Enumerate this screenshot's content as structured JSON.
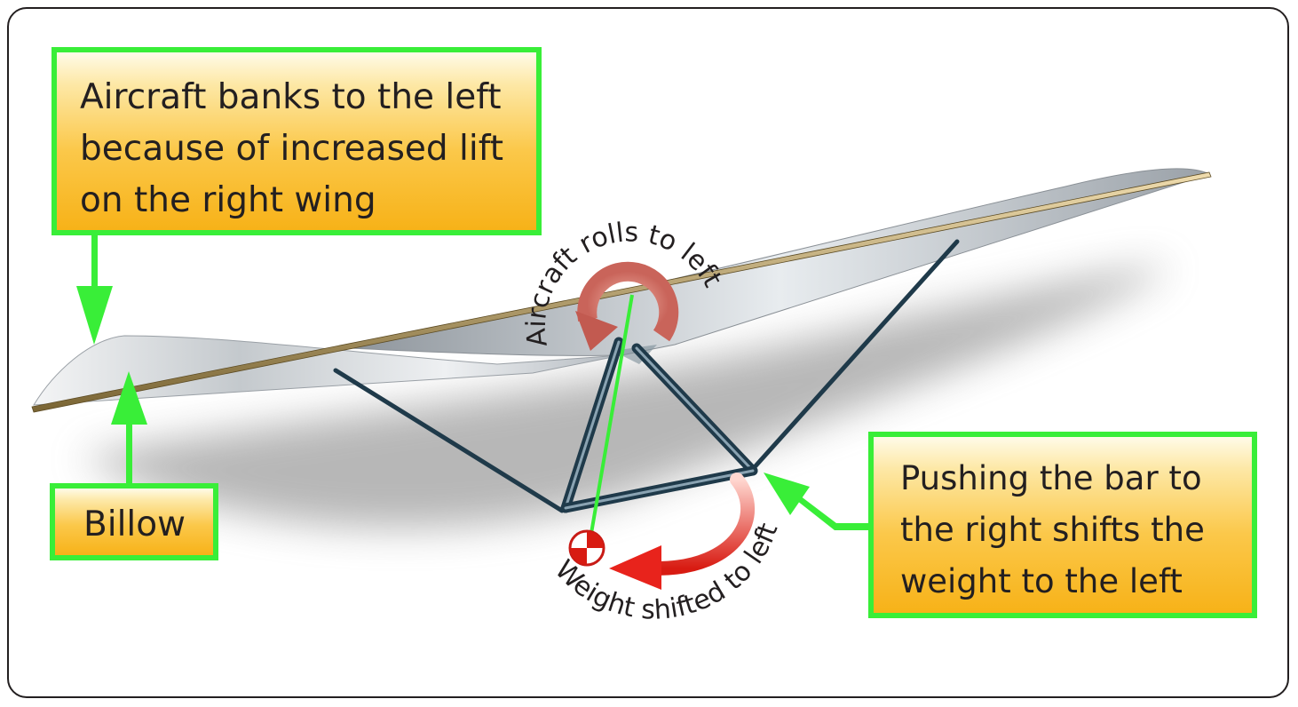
{
  "callouts": {
    "bank": {
      "lines": [
        "Aircraft banks to the left",
        "because of increased lift",
        "on the right wing"
      ]
    },
    "billow": {
      "label": "Billow"
    },
    "bar": {
      "lines": [
        "Pushing the bar to",
        "the right shifts the",
        "weight to the left"
      ]
    }
  },
  "labels": {
    "roll": "Aircraft rolls to left",
    "weight": "Weight shifted to left"
  },
  "colors": {
    "callout_border": "#39ee38",
    "callout_fill": "#fbc84a",
    "frame_tube": "#1f3a4a",
    "roll_arrow": "#d9534f",
    "weight_arrow": "#e8231c"
  }
}
